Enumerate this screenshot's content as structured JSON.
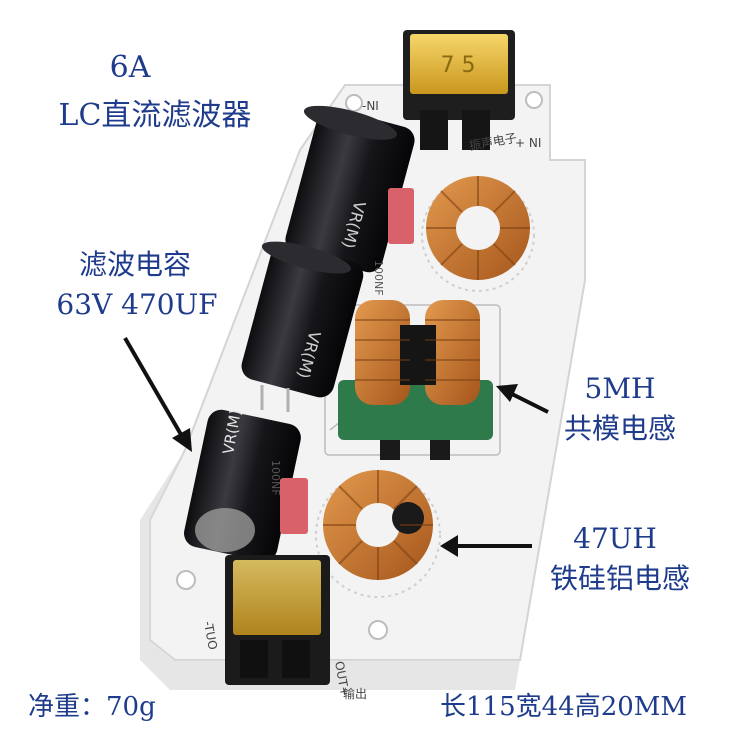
{
  "title": {
    "line1": "6A",
    "line2": "LC直流滤波器"
  },
  "capacitor_caption": {
    "line1": "滤波电容",
    "line2": "63V 470UF"
  },
  "common_mode_caption": {
    "line1": "5MH",
    "line2": "共模电感"
  },
  "inductor_caption": {
    "line1": "47UH",
    "line2": "铁硅铝电感"
  },
  "weight_text": "净重：70g",
  "dimensions_text": "长115宽44高20MM",
  "pcb_silkscreen": {
    "brand": "振声电子",
    "plus_in": "+ NI",
    "minus_in": "-NI",
    "output": "输出",
    "out_plus": "OUT+",
    "out_minus": "-TUO",
    "cap_value_1": "100NF",
    "cap_value_2": "100NF",
    "cap_brand": "VR(M)"
  },
  "colors": {
    "label_blue": "#1f3c8c",
    "pcb_white": "#f4f4f4",
    "copper": "#c9752b",
    "capacitor_black": "#1d1d1f",
    "inductor_green": "#2f7a4a",
    "terminal_yellow": "#e8c030"
  }
}
